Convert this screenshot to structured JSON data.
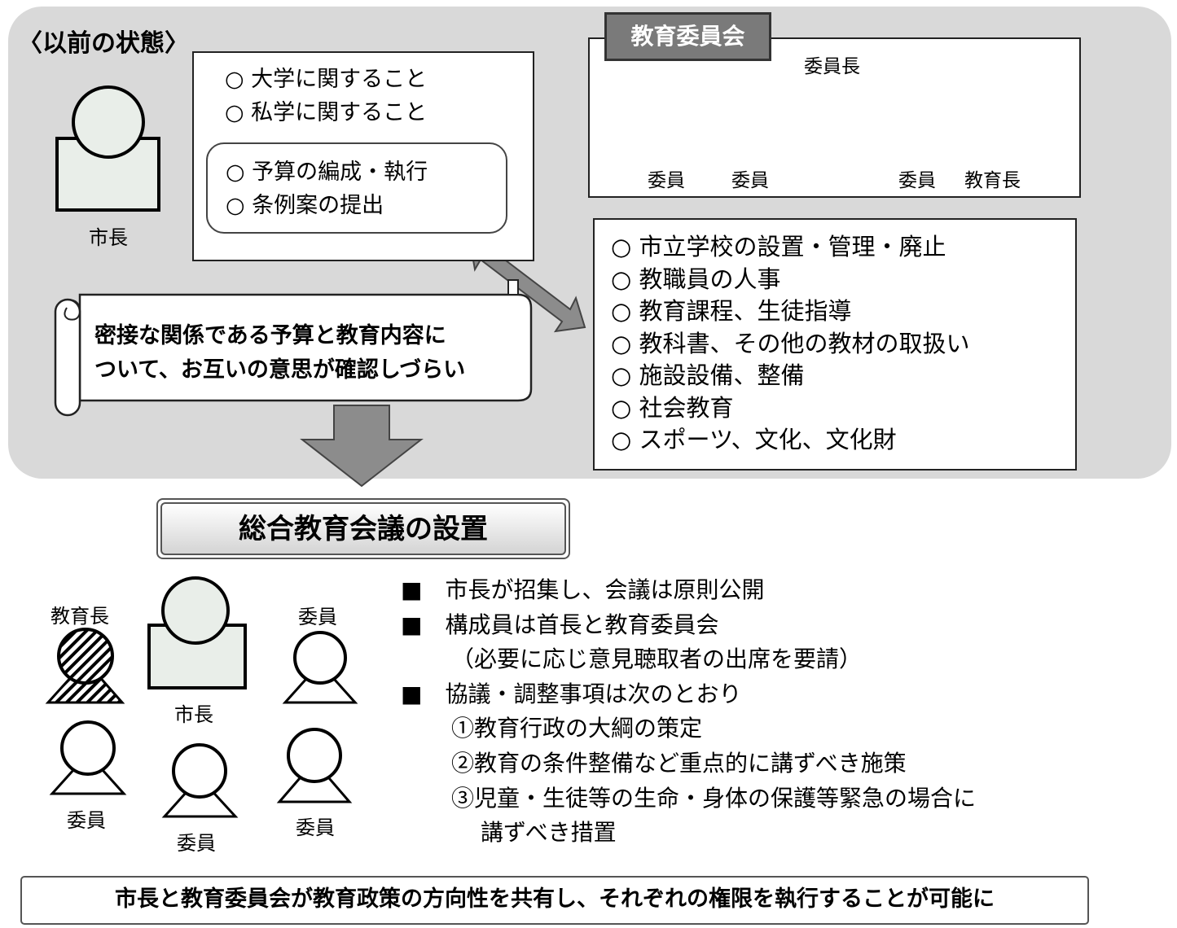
{
  "before": {
    "title": "〈以前の状態〉",
    "mayor_label": "市長",
    "mayor_items": [
      "○ 大学に関すること",
      "○ 私学に関すること"
    ],
    "mayor_budget_items": [
      "○ 予算の編成・執行",
      "○ 条例案の提出"
    ],
    "board": {
      "title": "教育委員会",
      "chair_label": "委員長",
      "member_labels": [
        "委員",
        "委員",
        "委員",
        "教育長"
      ]
    },
    "board_items": [
      "○ 市立学校の設置・管理・廃止",
      "○ 教職員の人事",
      "○ 教育課程、生徒指導",
      "○ 教科書、その他の教材の取扱い",
      "○ 施設設備、整備",
      "○ 社会教育",
      "○ スポーツ、文化、文化財"
    ],
    "scroll_text": [
      "密接な関係である予算と教育内容に",
      "ついて、お互いの意思が確認しづらい"
    ]
  },
  "after": {
    "title": "総合教育会議の設置",
    "labels": {
      "superintendent": "教育長",
      "mayor": "市長",
      "member_top_right": "委員",
      "member_bottom_left": "委員",
      "member_bottom_mid": "委員",
      "member_bottom_right": "委員"
    },
    "points": [
      "■　市長が招集し、会議は原則公開",
      "■　構成員は首長と教育委員会",
      "（必要に応じ意見聴取者の出席を要請）",
      "■　協議・調整事項は次のとおり",
      "①教育行政の大綱の策定",
      "②教育の条件整備など重点的に講ずべき施策",
      "③児童・生徒等の生命・身体の保護等緊急の場合に",
      "講ずべき措置"
    ],
    "conclusion": "市長と教育委員会が教育政策の方向性を共有し、それぞれの権限を執行することが可能に"
  }
}
